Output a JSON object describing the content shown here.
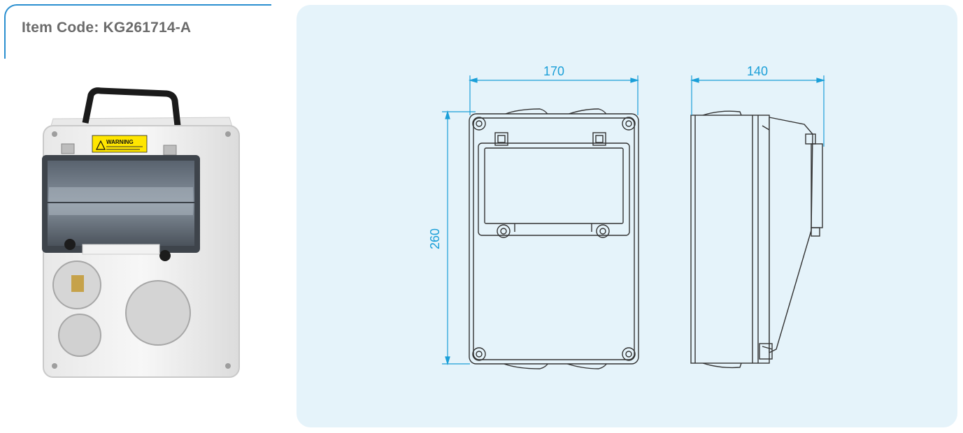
{
  "header": {
    "item_code_label": "Item Code: KG261714-A"
  },
  "photo": {
    "warning_label": "WARNING"
  },
  "drawing": {
    "dim_width": "170",
    "dim_depth": "140",
    "dim_height": "260"
  },
  "colors": {
    "accent": "#2a8fd0",
    "dimension": "#1a9fd8",
    "panel_bg": "#e5f3fa",
    "line": "#333333"
  }
}
